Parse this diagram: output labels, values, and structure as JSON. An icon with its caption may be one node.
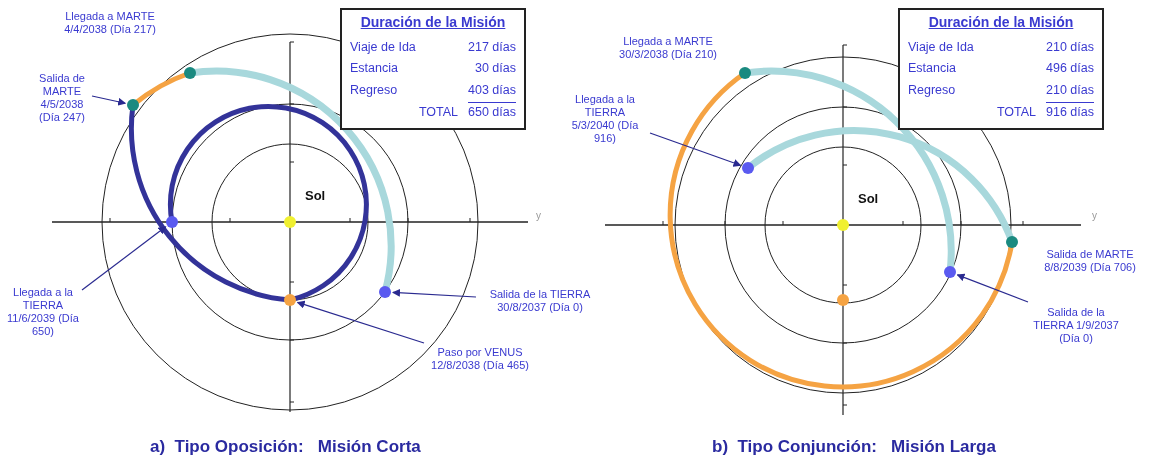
{
  "diagram": {
    "nodes": [
      {
        "text": [
          "Duración de la Misión",
          "Viaje de Ida",
          "217 días",
          "Estancia",
          "30 días",
          "Regreso",
          "403 días",
          "TOTAL",
          "650 días"
        ]
      },
      {
        "text": [
          "Salida de MARTE 4/5/2038 (Día 247)"
        ]
      },
      {
        "text": [],
        "shape": "circle"
      },
      {
        "text": [
          "Llegada a la TIERRA 11/6/2039 (Día 650)"
        ]
      },
      {
        "text": [],
        "shape": "circle"
      },
      {
        "text": [
          "Salida de la TIERRA 30/8/2037 (Día 0)"
        ]
      },
      {
        "text": [],
        "shape": "circle"
      },
      {
        "text": [
          "Paso por VENUS 12/8/2038 (Día 465)"
        ]
      },
      {
        "text": [],
        "shape": "circle"
      },
      {
        "text": [
          "Duración de la Misión",
          "Viaje de Ida",
          "210 días",
          "Estancia",
          "496 días",
          "Regreso",
          "210 días",
          "TOTAL",
          "916 días"
        ]
      },
      {
        "text": [
          "Llegada a la TIERRA 5/3/2040 (Día 916)"
        ]
      },
      {
        "text": [],
        "shape": "circle"
      },
      {
        "text": [
          "Salida de la TIERRA 1/9/2037 (Día 0)"
        ]
      },
      {
        "text": [],
        "shape": "circle"
      }
    ],
    "edges": [
      {
        "from": 1,
        "to": 2,
        "arrow": "to"
      },
      {
        "from": 3,
        "to": 4,
        "arrow": "to"
      },
      {
        "from": 5,
        "to": 6,
        "arrow": "to"
      },
      {
        "from": 7,
        "to": 8,
        "arrow": "to"
      },
      {
        "from": 10,
        "to": 11,
        "arrow": "to"
      },
      {
        "from": 12,
        "to": 13,
        "arrow": "to"
      }
    ],
    "labels": [
      "Llegada a MARTE 4/4/2038 (Día 217)",
      "Sol",
      "y",
      "a)  Tipo Oposición:   Misión Corta",
      "Llegada a MARTE 30/3/2038 (Día 210)",
      "Sol",
      "y",
      "Salida de MARTE 8/8/2039 (Día 706)",
      "b)  Tipo Conjunción:   Misión Larga"
    ]
  }
}
